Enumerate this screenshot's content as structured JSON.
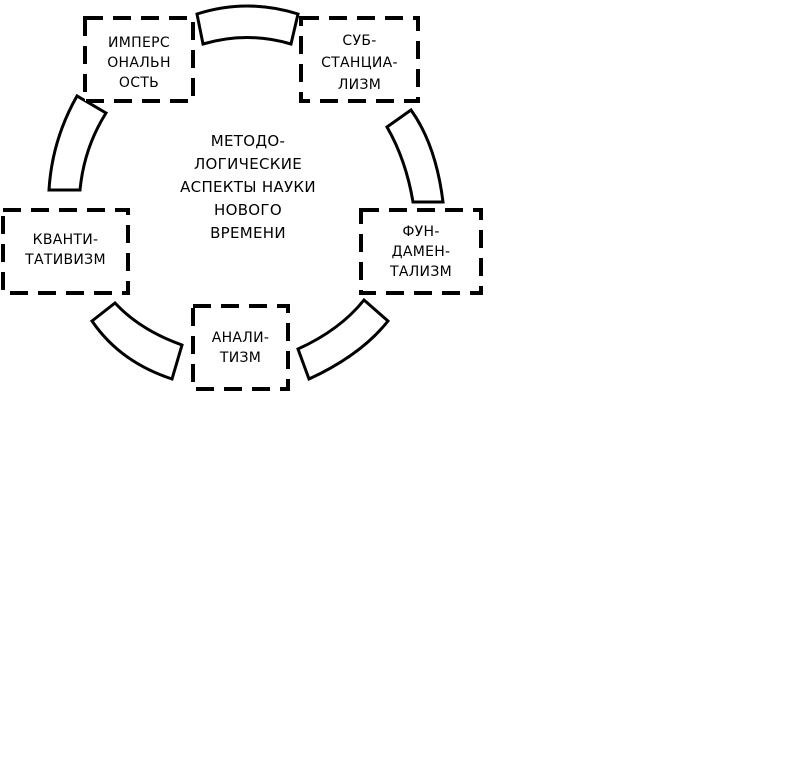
{
  "center": {
    "title": "МЕТОДО-\nЛОГИЧЕСКИЕ\nАСПЕКТЫ НАУКИ\nНОВОГО\nВРЕМЕНИ"
  },
  "boxes": {
    "impersonalism": "ИМПЕРС\nОНАЛЬН\nОСТЬ",
    "substantialism": "СУБ-\nСТАНЦИА-\nЛИЗМ",
    "fundamentalism": "ФУН-\nДАМЕН-\nТАЛИЗМ",
    "analytism": "АНАЛИ-\nТИЗМ",
    "quantitativism": "КВАНТИ-\nТАТИВИЗМ"
  },
  "colors": {
    "stroke": "#000000",
    "background": "#ffffff"
  }
}
